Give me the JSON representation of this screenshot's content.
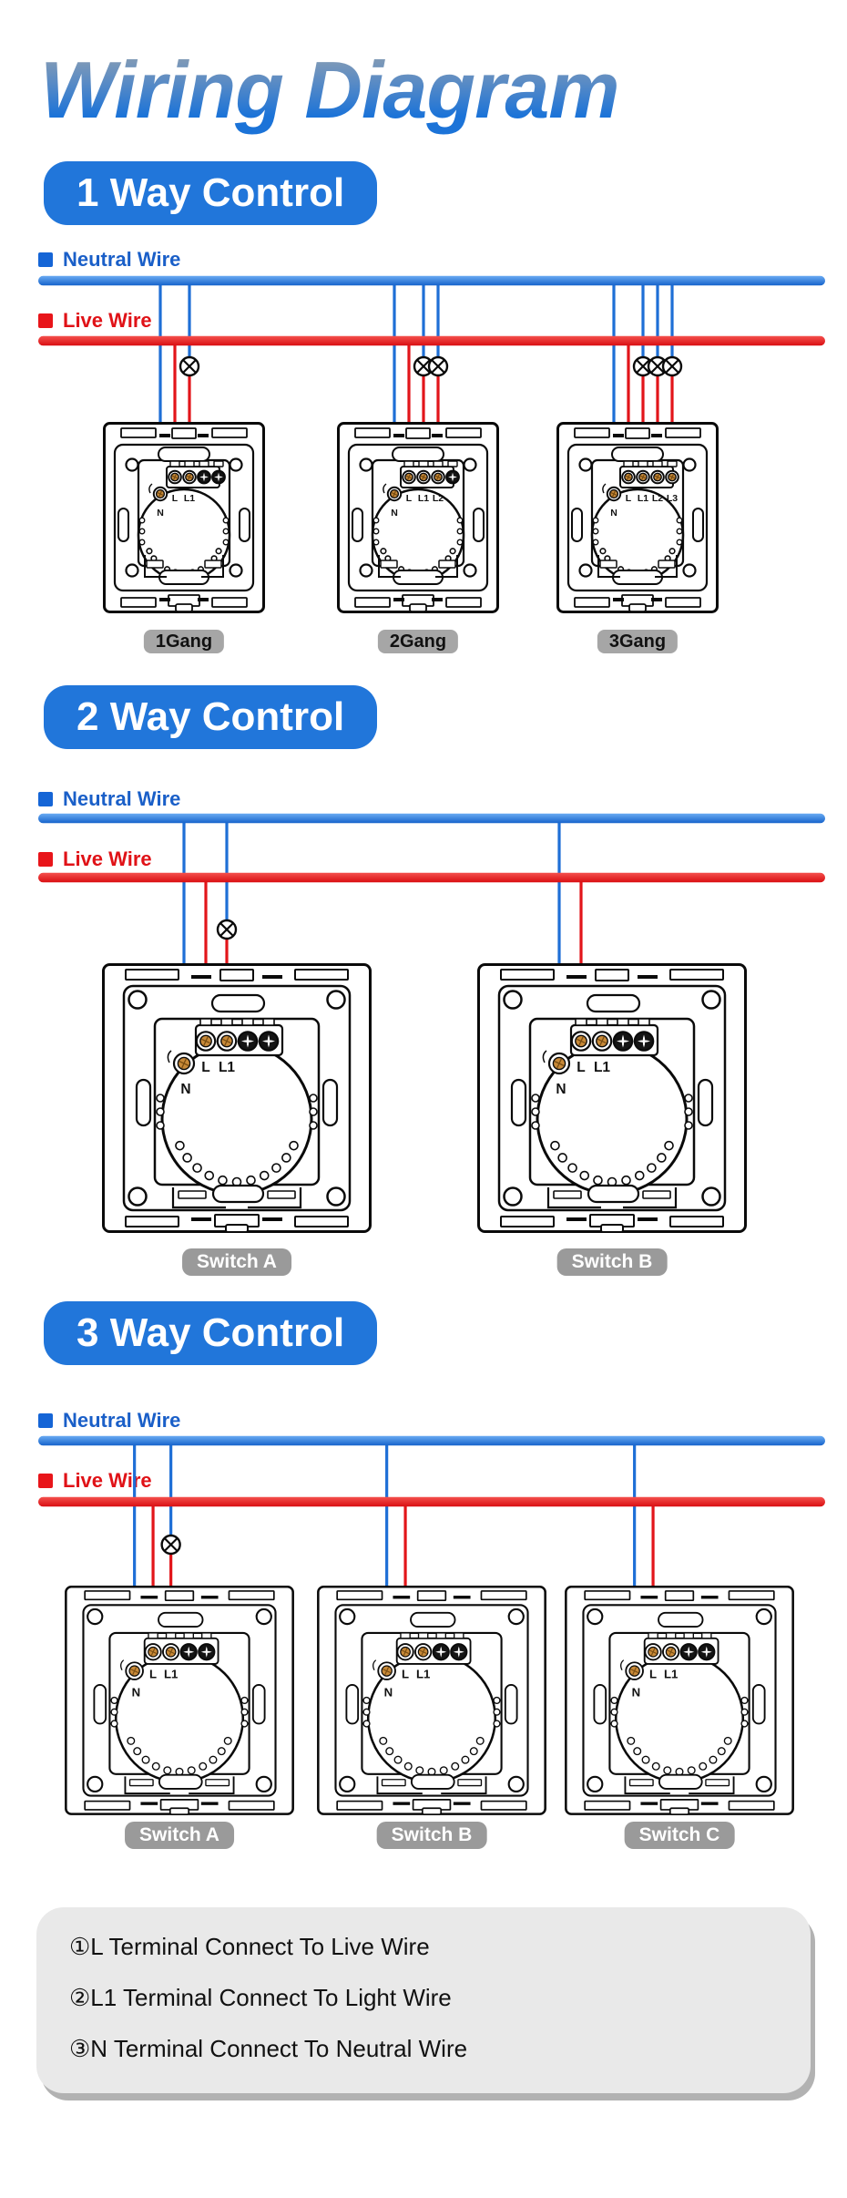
{
  "title": "Wiring Diagram",
  "sections": [
    {
      "badge_label": "1 Way Control",
      "neutral_label": "Neutral Wire",
      "live_label": "Live Wire",
      "switch_labels": [
        "1Gang",
        "2Gang",
        "3Gang"
      ]
    },
    {
      "badge_label": "2 Way Control",
      "neutral_label": "Neutral Wire",
      "live_label": "Live Wire",
      "switch_labels": [
        "Switch A",
        "Switch B"
      ]
    },
    {
      "badge_label": "3 Way Control",
      "neutral_label": "Neutral Wire",
      "live_label": "Live Wire",
      "switch_labels": [
        "Switch A",
        "Switch B",
        "Switch C"
      ]
    }
  ],
  "terminal_labels": {
    "n": "N",
    "l": "L",
    "l1": "L1",
    "l2": "L2",
    "l3": "L3"
  },
  "notes": [
    "①L Terminal Connect To Live Wire",
    "②L1 Terminal Connect To Light Wire",
    "③N Terminal Connect To Neutral Wire"
  ],
  "colors": {
    "badge_blue": "#2176da",
    "neutral_line_top": "#6aaaf2",
    "neutral_line_bottom": "#1563cb",
    "live_line_top": "#f4504d",
    "live_line_bottom": "#d90e12",
    "wire_blue": "#1e6fd6",
    "wire_red": "#e2151a",
    "screw_tan": "#c78938",
    "switch_ink": "#0a0a0a"
  }
}
